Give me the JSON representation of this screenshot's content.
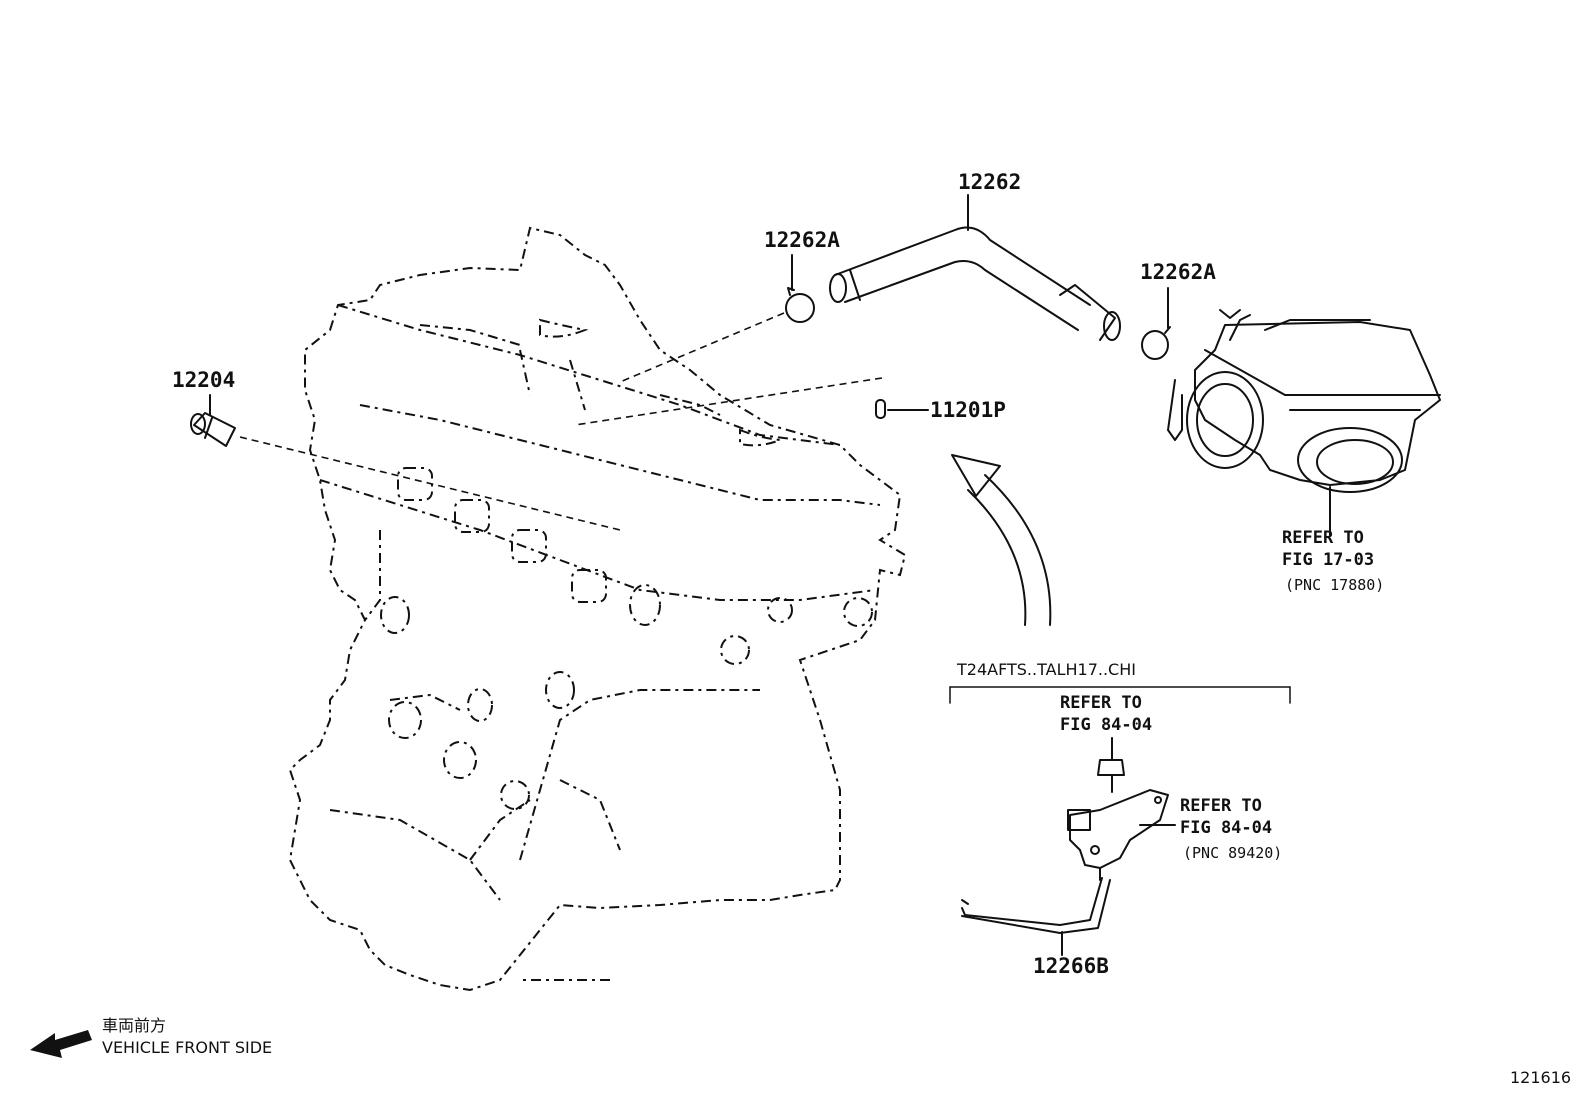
{
  "parts": {
    "hose_main": "12262",
    "clamp_left": "12262A",
    "clamp_right": "12262A",
    "plug": "12204",
    "stud": "11201P",
    "hose_lower": "12266B"
  },
  "references": {
    "throttle": {
      "line1": "REFER TO",
      "line2": "FIG 17-03",
      "line3": "(PNC 17880)"
    },
    "bolt": {
      "line1": "REFER TO",
      "line2": "FIG 84-04"
    },
    "sensor": {
      "line1": "REFER TO",
      "line2": "FIG 84-04",
      "line3": "(PNC 89420)"
    }
  },
  "variant_code": "T24AFTS..TALH17..CHI",
  "orientation": {
    "japanese": "車両前方",
    "english": "VEHICLE FRONT SIDE"
  },
  "figure_id": "121616"
}
